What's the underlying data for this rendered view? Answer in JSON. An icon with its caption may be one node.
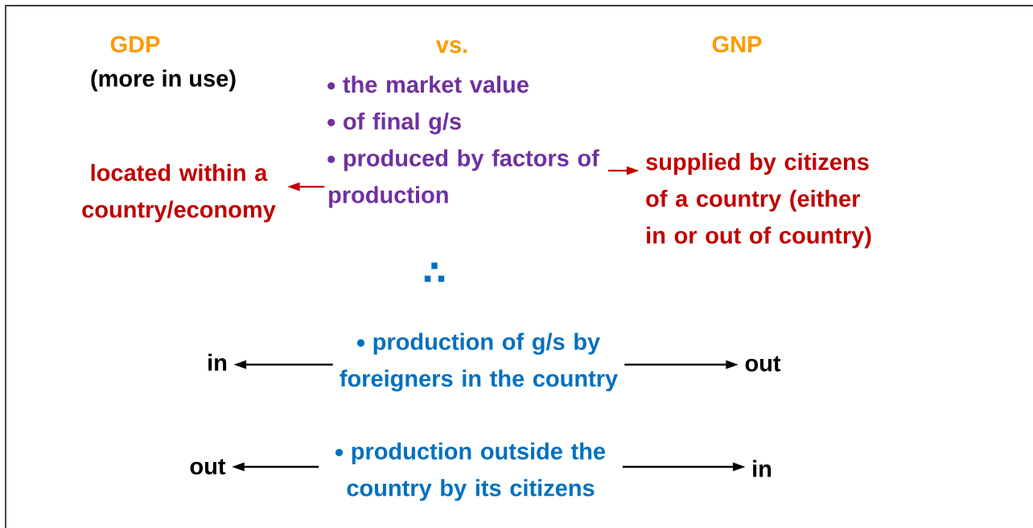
{
  "diagram": {
    "nodes": [
      {
        "text": [
          "located within a country/economy"
        ]
      },
      {
        "text": [
          "the market value",
          "of final g/s",
          "produced by factors of production"
        ]
      },
      {
        "text": [
          "supplied by citizens of a country (either in or out of country)"
        ]
      },
      {
        "text": [
          "production of g/s by",
          "foreigners in the country"
        ]
      },
      {
        "text": [
          "in"
        ]
      },
      {
        "text": [
          "out"
        ]
      },
      {
        "text": [
          "out"
        ]
      },
      {
        "text": [
          "production outside the country by its citizens"
        ]
      },
      {
        "text": [
          "in"
        ]
      }
    ],
    "edges": [
      {
        "from": 1,
        "to": 0,
        "arrow": "to",
        "color": "#c00000"
      },
      {
        "from": 1,
        "to": 2,
        "arrow": "to",
        "color": "#c00000"
      },
      {
        "from": 3,
        "to": 4,
        "arrow": "to"
      },
      {
        "from": 3,
        "to": 5,
        "arrow": "to"
      },
      {
        "from": 7,
        "to": 6,
        "arrow": "to"
      },
      {
        "from": 7,
        "to": 8,
        "arrow": "to"
      }
    ],
    "labels": [
      "GDP",
      "(more in use)",
      "vs.",
      "GNP",
      "∴"
    ]
  }
}
